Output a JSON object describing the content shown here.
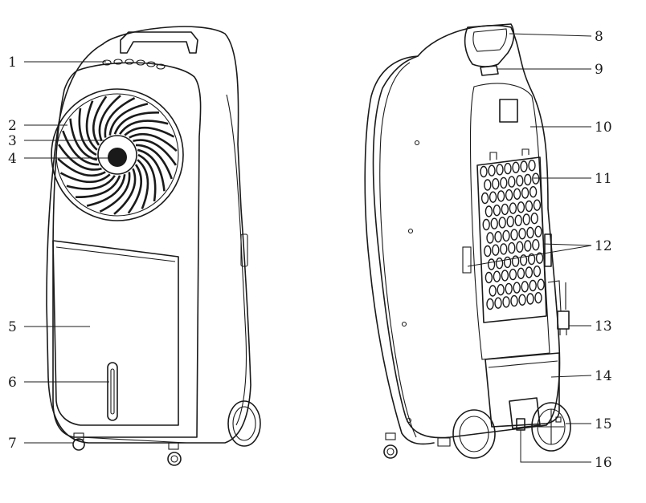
{
  "labels": {
    "l1": "1",
    "l2": "2",
    "l3": "3",
    "l4": "4",
    "l5": "5",
    "l6": "6",
    "l7": "7",
    "l8": "8",
    "l9": "9",
    "l10": "10",
    "l11": "11",
    "l12": "12",
    "l13": "13",
    "l14": "14",
    "l15": "15",
    "l16": "16"
  },
  "colors": {
    "ink": "#1a1a1a",
    "background": "#ffffff"
  }
}
